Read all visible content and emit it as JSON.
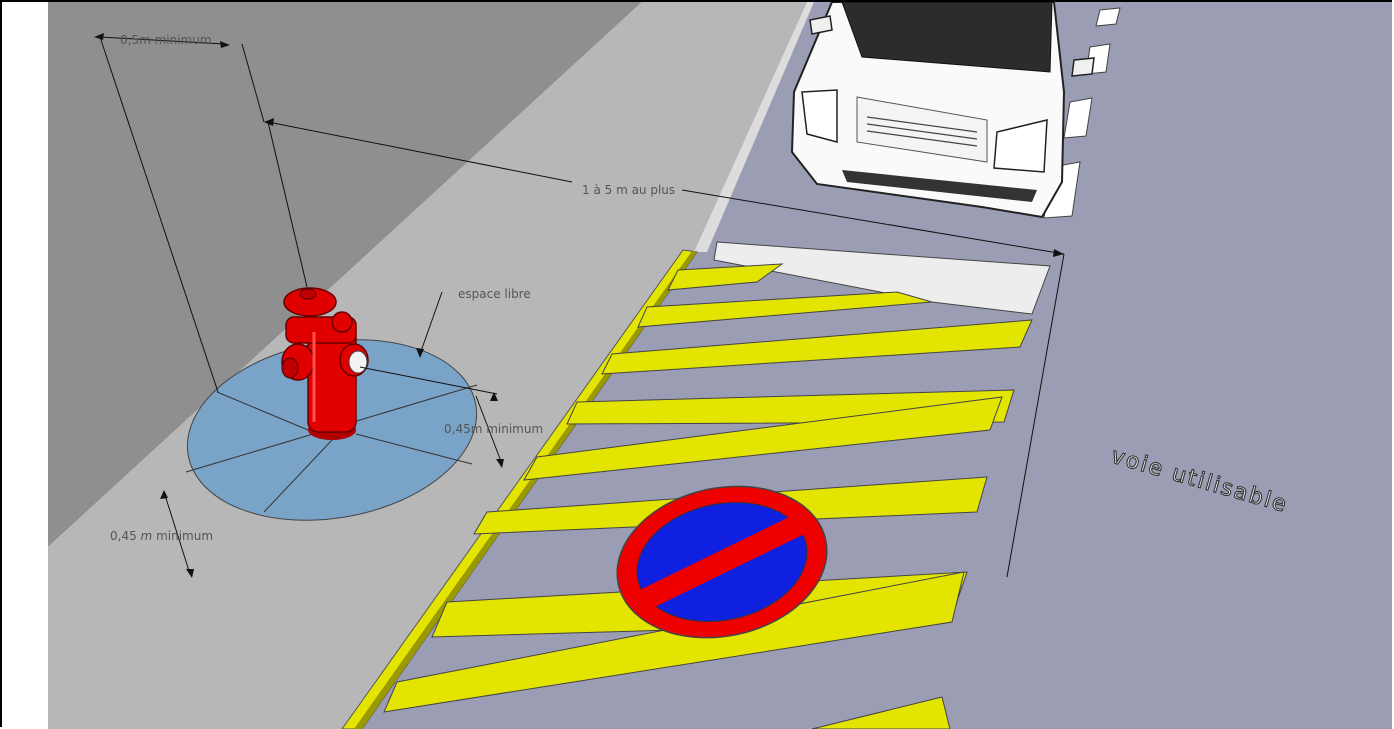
{
  "labels": {
    "clearance_top": "0,5m minimum",
    "distance": "1 à 5 m au plus",
    "free_space": "espace libre",
    "clearance_right": "0,45m minimum",
    "clearance_left_num": "0,45 ",
    "clearance_left_unit": "m",
    "clearance_left_word": " minimum",
    "lane": "voie utilisable"
  },
  "colors": {
    "wall": "#8f8f8f",
    "sidewalk": "#b7b7b7",
    "road": "#9b9db5",
    "hatch_yellow": "#e3e400",
    "hydrant_red": "#e00000",
    "clear_zone": "#7aa3c8",
    "sign_ring": "#ee0000",
    "sign_fill": "#1020e0",
    "car_white": "#fafafa"
  },
  "icons": {
    "hydrant": "fire-hydrant-icon",
    "no_parking_sign": "no-parking-icon",
    "vehicle": "car-icon"
  }
}
